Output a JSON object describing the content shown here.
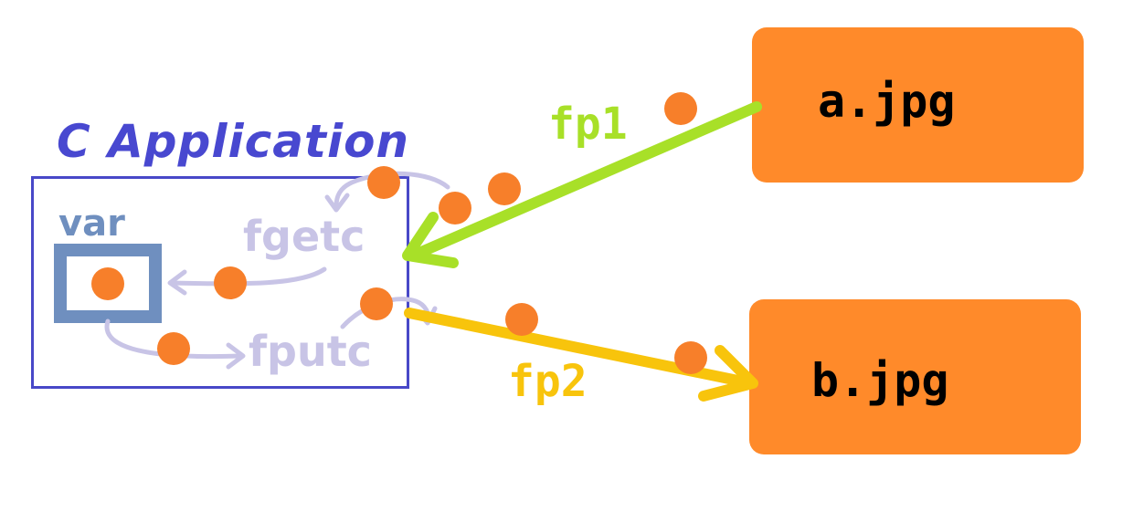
{
  "application": {
    "title": "C Application",
    "variable_label": "var",
    "functions": {
      "read": "fgetc",
      "write": "fputc"
    }
  },
  "files": {
    "source": "a.jpg",
    "destination": "b.jpg"
  },
  "streams": {
    "input": "fp1",
    "output": "fp2"
  },
  "colors": {
    "app_border": "#4848c8",
    "app_title": "#4848d0",
    "variable": "#6f8fbf",
    "function_text": "#c8c4e6",
    "file_fill": "#ff8a2a",
    "input_stream": "#a8e028",
    "output_stream": "#f8c40c",
    "data_dot": "#f77f2a"
  }
}
